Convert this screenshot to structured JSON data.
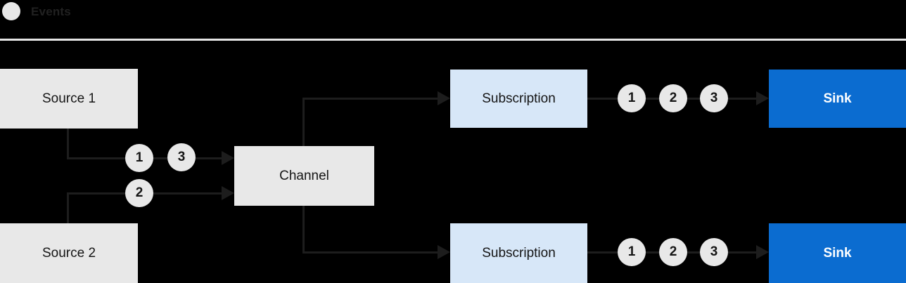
{
  "legend": {
    "label": "Events"
  },
  "nodes": {
    "source1": {
      "label": "Source 1"
    },
    "source2": {
      "label": "Source 2"
    },
    "channel": {
      "label": "Channel"
    },
    "subscription_top": {
      "label": "Subscription"
    },
    "subscription_bottom": {
      "label": "Subscription"
    },
    "sink_top": {
      "label": "Sink"
    },
    "sink_bottom": {
      "label": "Sink"
    }
  },
  "event_badges": {
    "source1_to_channel": [
      "1",
      "3"
    ],
    "source2_to_channel": [
      "2"
    ],
    "subscription_top_to_sink": [
      "1",
      "2",
      "3"
    ],
    "subscription_bottom_to_sink": [
      "1",
      "2",
      "3"
    ]
  },
  "colors": {
    "background": "#000000",
    "node_gray": "#e8e8e8",
    "subscription_blue": "#d7e7f8",
    "sink_blue": "#0b6cd0",
    "connector": "#1d1d1d",
    "text_dark": "#151515",
    "text_light": "#ffffff",
    "divider": "#e6e6e6"
  }
}
